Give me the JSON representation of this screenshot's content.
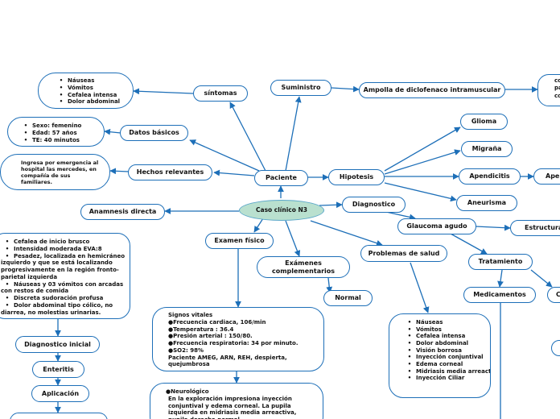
{
  "center": "Caso clínico N3",
  "paciente": "Paciente",
  "suministro": "Suministro",
  "ampolla": "Ampolla de diclofenaco intramuscular",
  "right_cut_text": "co\npa\nco",
  "sintomas": "síntomas",
  "sintomas_list": [
    "Náuseas",
    "Vómitos",
    "Cefalea intensa",
    "Dolor abdominal"
  ],
  "datos_basicos": "Datos básicos",
  "datos_list": [
    "Sexo: femenino",
    "Edad: 57 años",
    "TE: 40 minutos"
  ],
  "hechos": "Hechos relevantes",
  "hechos_text": "Ingresa por emergencia al hospital las mercedes, en compañía de sus familiares.",
  "hipotesis": "Hipotesis",
  "glioma": "Glioma",
  "migrana": "Migraña",
  "apendicitis": "Apendicitis",
  "apendicitis_next": "Aper",
  "aneurisma": "Aneurisma",
  "diagnostico": "Diagnostico",
  "glaucoma": "Glaucoma agudo",
  "estructuras": "Estructuras",
  "tratamiento": "Tratamiento",
  "medicamentos": "Medicamentos",
  "anamnesis": "Anamnesis directa",
  "anamnesis_list": [
    "Cefalea de inicio brusco",
    "Intensidad moderada EVA:8",
    "Pesadez, localizada en hemicráneo izquierdo y que se está localizando progresivamente en la región fronto- parietal izquierda",
    "Náuseas y 03 vómitos con arcadas con restos de comida",
    "Discreta sudoración profusa",
    "Dolor abdominal tipo cólico, no diarrea, no molestias urinarias."
  ],
  "diag_inicial": "Diagnostico inicial",
  "enteritis": "Enteritis",
  "aplicacion": "Aplicación",
  "examen_fisico": "Examen físico",
  "examenes_comp": "Exámenes\ncomplementarios",
  "normal": "Normal",
  "problemas": "Problemas de salud",
  "problemas_list": [
    "Náuseas",
    "Vómitos",
    "Cefalea intensa",
    "Dolor abdominal",
    "Visión borrosa",
    "Inyección conjuntival",
    "Edema corneal",
    "Midriasis media arreactiva",
    "Inyección Ciliar"
  ],
  "signos_title": "Signos vitales",
  "signos_list": [
    "●Frecuencia cardiaca, 106/min",
    "●Temperatura : 36.4",
    "●Presión arterial : 150/80.",
    "●Frecuencia respiratoria: 34 por minuto.",
    "●SO2: 98%",
    "Paciente AMEG, ARN, REH, despierta, quejumbrosa"
  ],
  "neuro_title": "●Neurológico",
  "neuro_text": "En la exploración impresiona inyección conjuntival y edema corneal. La pupila izquierda en midriasis media arreactiva, pupila derecha normal",
  "colors": {
    "stroke": "#1d6fb8",
    "center_fill": "#b9e0cf",
    "center_stroke": "#5aa7c9"
  }
}
